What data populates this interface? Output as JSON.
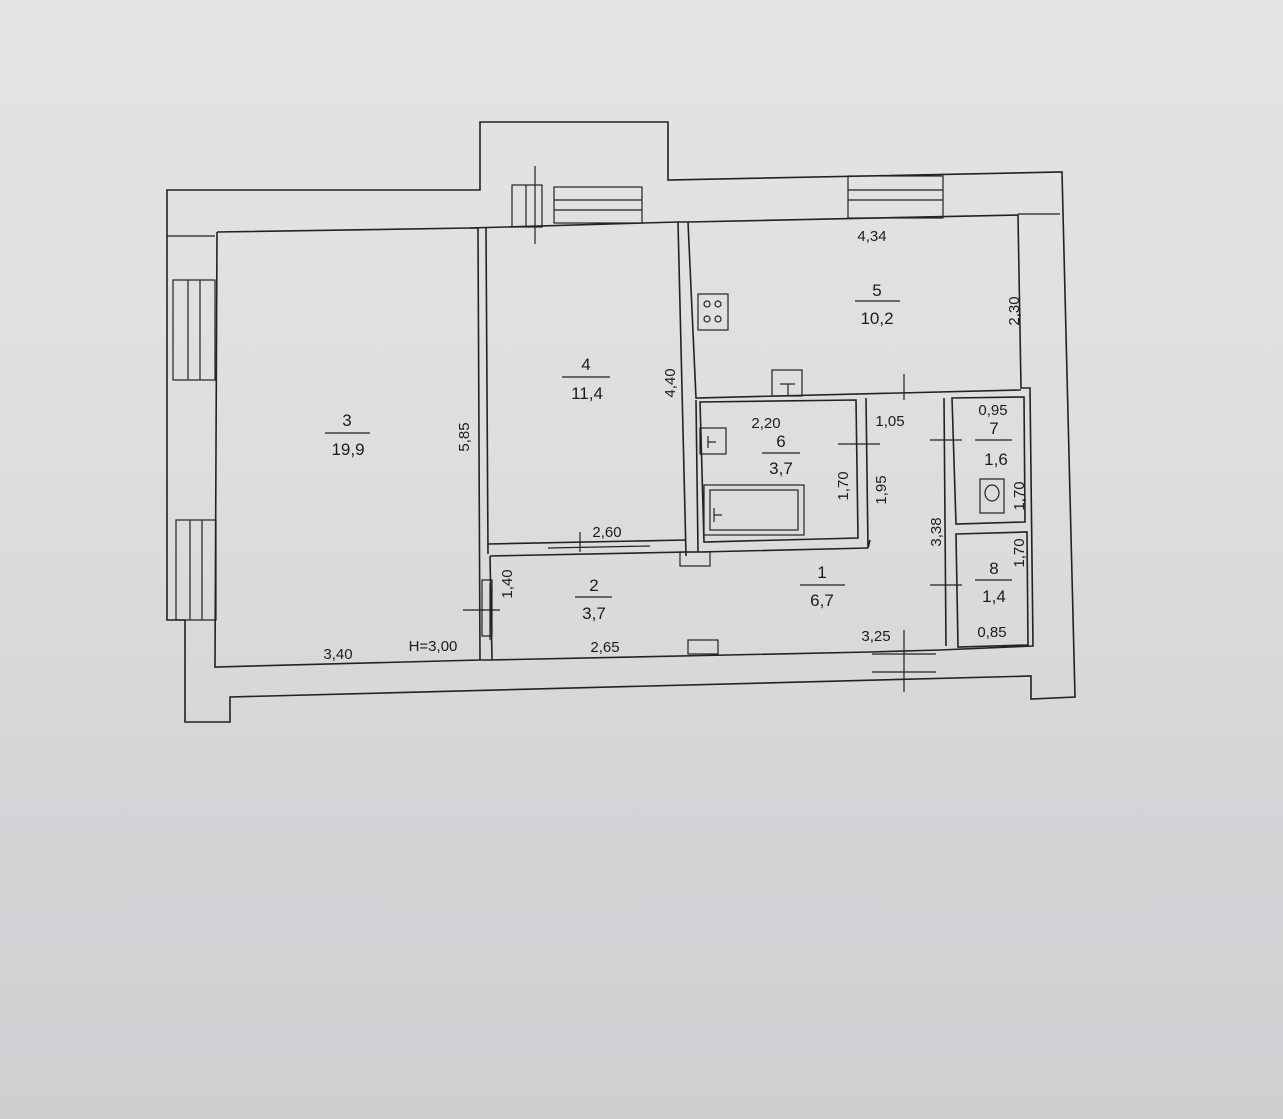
{
  "ceiling_height": "H=3,00",
  "rooms": [
    {
      "number": "1",
      "area": "6,7"
    },
    {
      "number": "2",
      "area": "3,7"
    },
    {
      "number": "3",
      "area": "19,9"
    },
    {
      "number": "4",
      "area": "11,4"
    },
    {
      "number": "5",
      "area": "10,2"
    },
    {
      "number": "6",
      "area": "3,7"
    },
    {
      "number": "7",
      "area": "1,6"
    },
    {
      "number": "8",
      "area": "1,4"
    }
  ],
  "dimensions": {
    "r3_height": "5,85",
    "r3_width": "3,40",
    "r4_height": "4,40",
    "r4_width": "2,60",
    "r5_width": "4,34",
    "r5_height": "2,30",
    "r6_width": "2,20",
    "r6_height": "1,70",
    "r1_top": "1,05",
    "r1_inner_height": "1,95",
    "r1_height": "3,38",
    "r1_width": "3,25",
    "r2_height": "1,40",
    "r2_width": "2,65",
    "r7_width": "0,95",
    "r7_height": "1,70",
    "r8_height": "1,70",
    "r8_width": "0,85"
  }
}
